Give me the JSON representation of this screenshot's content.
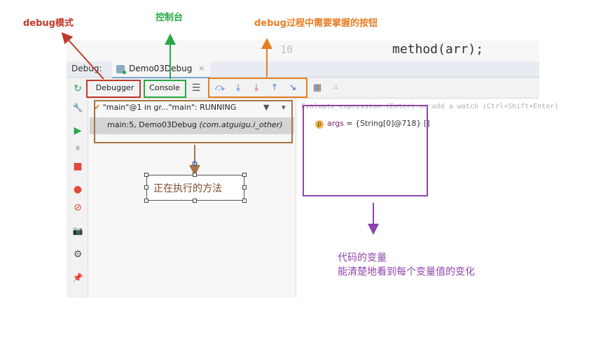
{
  "annotations": {
    "debug_mode": "debug模式",
    "console_note": "控制台",
    "buttons_note": "debug过程中需要掌握的按钮",
    "executing_method": "正在执行的方法",
    "variables_line1": "代码的变量",
    "variables_line2": "能清楚地看到每个变量值的变化"
  },
  "editor": {
    "line_number": "10",
    "code_fragment": "method(arr);"
  },
  "debug_window": {
    "label": "Debug:",
    "tab_title": "Demo03Debug",
    "tab_close": "×"
  },
  "toolbar": {
    "debugger_tab": "Debugger",
    "console_tab": "Console",
    "menu_glyph": "☰",
    "step_over": "⤼",
    "step_into": "⤓",
    "force_step_into": "⤓",
    "step_out": "⤒",
    "run_to_cursor": "↘",
    "evaluate": "▦",
    "trace": "⌗"
  },
  "frames": {
    "thread_label": "\"main\"@1 in gr...\"main\": RUNNING",
    "filter_glyph": "▼",
    "dropdown_glyph": "▾",
    "current_frame": "main:5, Demo03Debug",
    "current_frame_pkg": "(com.atguigu.i_other)"
  },
  "variables": {
    "eval_placeholder": "Evaluate expression (Enter) or add a watch (Ctrl+Shift+Enter)",
    "var_badge": "p",
    "var_name": "args",
    "var_value": "= {String[0]@718} []"
  },
  "left_bar_icons": {
    "rerun": "↻",
    "settings": "🔧",
    "resume": "▶",
    "pause": "⏸",
    "stop": "■",
    "breakpoints": "●",
    "mute": "⊘",
    "camera": "📷",
    "gear": "⚙",
    "pin": "📌"
  },
  "colors": {
    "debug_note": "#c0392b",
    "console_note": "#27a844",
    "buttons_note": "#e67e22",
    "frames_box": "#a87442",
    "variables_box": "#8e44ad",
    "step_icons": "#2f6fc1"
  }
}
